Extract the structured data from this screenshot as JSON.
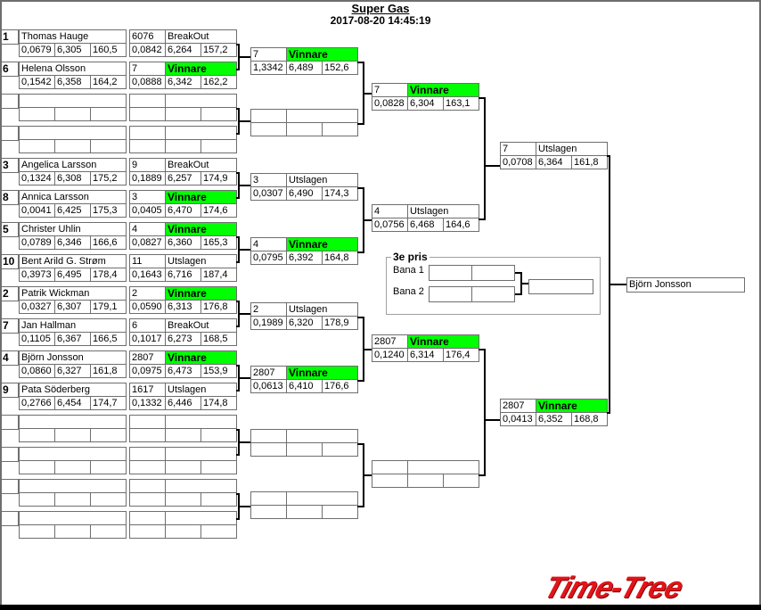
{
  "header": {
    "title": "Super Gas",
    "datetime": "2017-08-20 14:45:19"
  },
  "labels": {
    "winner": "Vinnare",
    "loser": "Utslagen",
    "breakout": "BreakOut"
  },
  "round1": [
    {
      "seed": "1",
      "name": "Thomas Hauge",
      "rt": "0,0679",
      "et": "6,305",
      "speed": "160,5",
      "result": {
        "car": "6076",
        "status": "BreakOut",
        "rt": "0,0842",
        "et": "6,264",
        "speed": "157,2",
        "winner": false
      }
    },
    {
      "seed": "6",
      "name": "Helena Olsson",
      "rt": "0,1542",
      "et": "6,358",
      "speed": "164,2",
      "result": {
        "car": "7",
        "status": "Vinnare",
        "rt": "0,0888",
        "et": "6,342",
        "speed": "162,2",
        "winner": true
      }
    },
    {
      "seed": "",
      "name": "",
      "rt": "",
      "et": "",
      "speed": "",
      "result": {
        "car": "",
        "status": "",
        "rt": "",
        "et": "",
        "speed": "",
        "winner": false
      }
    },
    {
      "seed": "",
      "name": "",
      "rt": "",
      "et": "",
      "speed": "",
      "result": {
        "car": "",
        "status": "",
        "rt": "",
        "et": "",
        "speed": "",
        "winner": false
      }
    },
    {
      "seed": "3",
      "name": "Angelica Larsson",
      "rt": "0,1324",
      "et": "6,308",
      "speed": "175,2",
      "result": {
        "car": "9",
        "status": "BreakOut",
        "rt": "0,1889",
        "et": "6,257",
        "speed": "174,9",
        "winner": false
      }
    },
    {
      "seed": "8",
      "name": "Annica Larsson",
      "rt": "0,0041",
      "et": "6,425",
      "speed": "175,3",
      "result": {
        "car": "3",
        "status": "Vinnare",
        "rt": "0,0405",
        "et": "6,470",
        "speed": "174,6",
        "winner": true
      }
    },
    {
      "seed": "5",
      "name": "Christer Uhlin",
      "rt": "0,0789",
      "et": "6,346",
      "speed": "166,6",
      "result": {
        "car": "4",
        "status": "Vinnare",
        "rt": "0,0827",
        "et": "6,360",
        "speed": "165,3",
        "winner": true
      }
    },
    {
      "seed": "10",
      "name": "Bent Arild G. Strøm",
      "rt": "0,3973",
      "et": "6,495",
      "speed": "178,4",
      "result": {
        "car": "11",
        "status": "Utslagen",
        "rt": "0,1643",
        "et": "6,716",
        "speed": "187,4",
        "winner": false
      }
    },
    {
      "seed": "2",
      "name": "Patrik Wickman",
      "rt": "0,0327",
      "et": "6,307",
      "speed": "179,1",
      "result": {
        "car": "2",
        "status": "Vinnare",
        "rt": "0,0590",
        "et": "6,313",
        "speed": "176,8",
        "winner": true
      }
    },
    {
      "seed": "7",
      "name": "Jan Hallman",
      "rt": "0,1105",
      "et": "6,367",
      "speed": "166,5",
      "result": {
        "car": "6",
        "status": "BreakOut",
        "rt": "0,1017",
        "et": "6,273",
        "speed": "168,5",
        "winner": false
      }
    },
    {
      "seed": "4",
      "name": "Björn Jonsson",
      "rt": "0,0860",
      "et": "6,327",
      "speed": "161,8",
      "result": {
        "car": "2807",
        "status": "Vinnare",
        "rt": "0,0975",
        "et": "6,473",
        "speed": "153,9",
        "winner": true
      }
    },
    {
      "seed": "9",
      "name": "Pata Söderberg",
      "rt": "0,2766",
      "et": "6,454",
      "speed": "174,7",
      "result": {
        "car": "1617",
        "status": "Utslagen",
        "rt": "0,1332",
        "et": "6,446",
        "speed": "174,8",
        "winner": false
      }
    },
    {
      "seed": "",
      "name": "",
      "rt": "",
      "et": "",
      "speed": "",
      "result": {
        "car": "",
        "status": "",
        "rt": "",
        "et": "",
        "speed": "",
        "winner": false
      }
    },
    {
      "seed": "",
      "name": "",
      "rt": "",
      "et": "",
      "speed": "",
      "result": {
        "car": "",
        "status": "",
        "rt": "",
        "et": "",
        "speed": "",
        "winner": false
      }
    },
    {
      "seed": "",
      "name": "",
      "rt": "",
      "et": "",
      "speed": "",
      "result": {
        "car": "",
        "status": "",
        "rt": "",
        "et": "",
        "speed": "",
        "winner": false
      }
    },
    {
      "seed": "",
      "name": "",
      "rt": "",
      "et": "",
      "speed": "",
      "result": {
        "car": "",
        "status": "",
        "rt": "",
        "et": "",
        "speed": "",
        "winner": false
      }
    }
  ],
  "round2": [
    {
      "car": "7",
      "status": "Vinnare",
      "rt": "1,3342",
      "et": "6,489",
      "speed": "152,6",
      "winner": true
    },
    {
      "car": "",
      "status": "",
      "rt": "",
      "et": "",
      "speed": "",
      "winner": false
    },
    {
      "car": "3",
      "status": "Utslagen",
      "rt": "0,0307",
      "et": "6,490",
      "speed": "174,3",
      "winner": false
    },
    {
      "car": "4",
      "status": "Vinnare",
      "rt": "0,0795",
      "et": "6,392",
      "speed": "164,8",
      "winner": true
    },
    {
      "car": "2",
      "status": "Utslagen",
      "rt": "0,1989",
      "et": "6,320",
      "speed": "178,9",
      "winner": false
    },
    {
      "car": "2807",
      "status": "Vinnare",
      "rt": "0,0613",
      "et": "6,410",
      "speed": "176,6",
      "winner": true
    },
    {
      "car": "",
      "status": "",
      "rt": "",
      "et": "",
      "speed": "",
      "winner": false
    },
    {
      "car": "",
      "status": "",
      "rt": "",
      "et": "",
      "speed": "",
      "winner": false
    }
  ],
  "round3": [
    {
      "car": "7",
      "status": "Vinnare",
      "rt": "0,0828",
      "et": "6,304",
      "speed": "163,1",
      "winner": true
    },
    {
      "car": "4",
      "status": "Utslagen",
      "rt": "0,0756",
      "et": "6,468",
      "speed": "164,6",
      "winner": false
    },
    {
      "car": "2807",
      "status": "Vinnare",
      "rt": "0,1240",
      "et": "6,314",
      "speed": "176,4",
      "winner": true
    },
    {
      "car": "",
      "status": "",
      "rt": "",
      "et": "",
      "speed": "",
      "winner": false
    }
  ],
  "round4": [
    {
      "car": "7",
      "status": "Utslagen",
      "rt": "0,0708",
      "et": "6,364",
      "speed": "161,8",
      "winner": false
    },
    {
      "car": "2807",
      "status": "Vinnare",
      "rt": "0,0413",
      "et": "6,352",
      "speed": "168,8",
      "winner": true
    }
  ],
  "final": {
    "champion": "Björn Jonsson"
  },
  "third_place": {
    "legend": "3e pris",
    "lane1": "Bana 1",
    "lane2": "Bana 2"
  },
  "logo": {
    "text": "Time-Tree"
  },
  "colors": {
    "winner_bg": "#00ff00",
    "border": "#6e6e6e",
    "line": "#000000",
    "logo": "#e1141a"
  }
}
